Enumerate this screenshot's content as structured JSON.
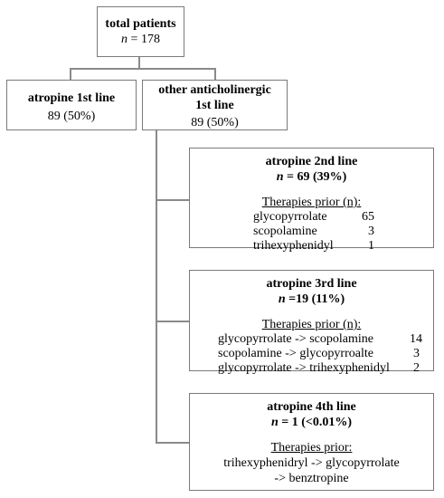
{
  "total": {
    "title": "total patients",
    "n_label": "n",
    "n_value": "= 178"
  },
  "atropine_first": {
    "title": "atropine 1st line",
    "count": "89 (50%)"
  },
  "other": {
    "title_line1": "other anticholinergic",
    "title_line2": "1st line",
    "count": "89 (50%)"
  },
  "second": {
    "title": "atropine 2nd line",
    "n_label": "n",
    "n_value": " = 69 (39%)",
    "prior_label": "Therapies prior (n):",
    "items": [
      {
        "name": "glycopyrrolate",
        "n": "65"
      },
      {
        "name": "scopolamine",
        "n": "3"
      },
      {
        "name": "trihexyphenidyl",
        "n": "1"
      }
    ]
  },
  "third": {
    "title": "atropine 3rd line",
    "n_label": "n",
    "n_value": " =19 (11%)",
    "prior_label": "Therapies prior (n):",
    "items": [
      {
        "name": "glycopyrrolate -> scopolamine",
        "n": "14"
      },
      {
        "name": "scopolamine -> glycopyrroalte",
        "n": "3"
      },
      {
        "name": "glycopyrrolate -> trihexyphenidyl",
        "n": "2"
      }
    ]
  },
  "fourth": {
    "title": "atropine 4th line",
    "n_label": "n",
    "n_value": " = 1 (<0.01%)",
    "prior_label": "Therapies prior:",
    "line1": "trihexyphenidryl -> glycopyrrolate",
    "line2": "-> benztropine"
  }
}
